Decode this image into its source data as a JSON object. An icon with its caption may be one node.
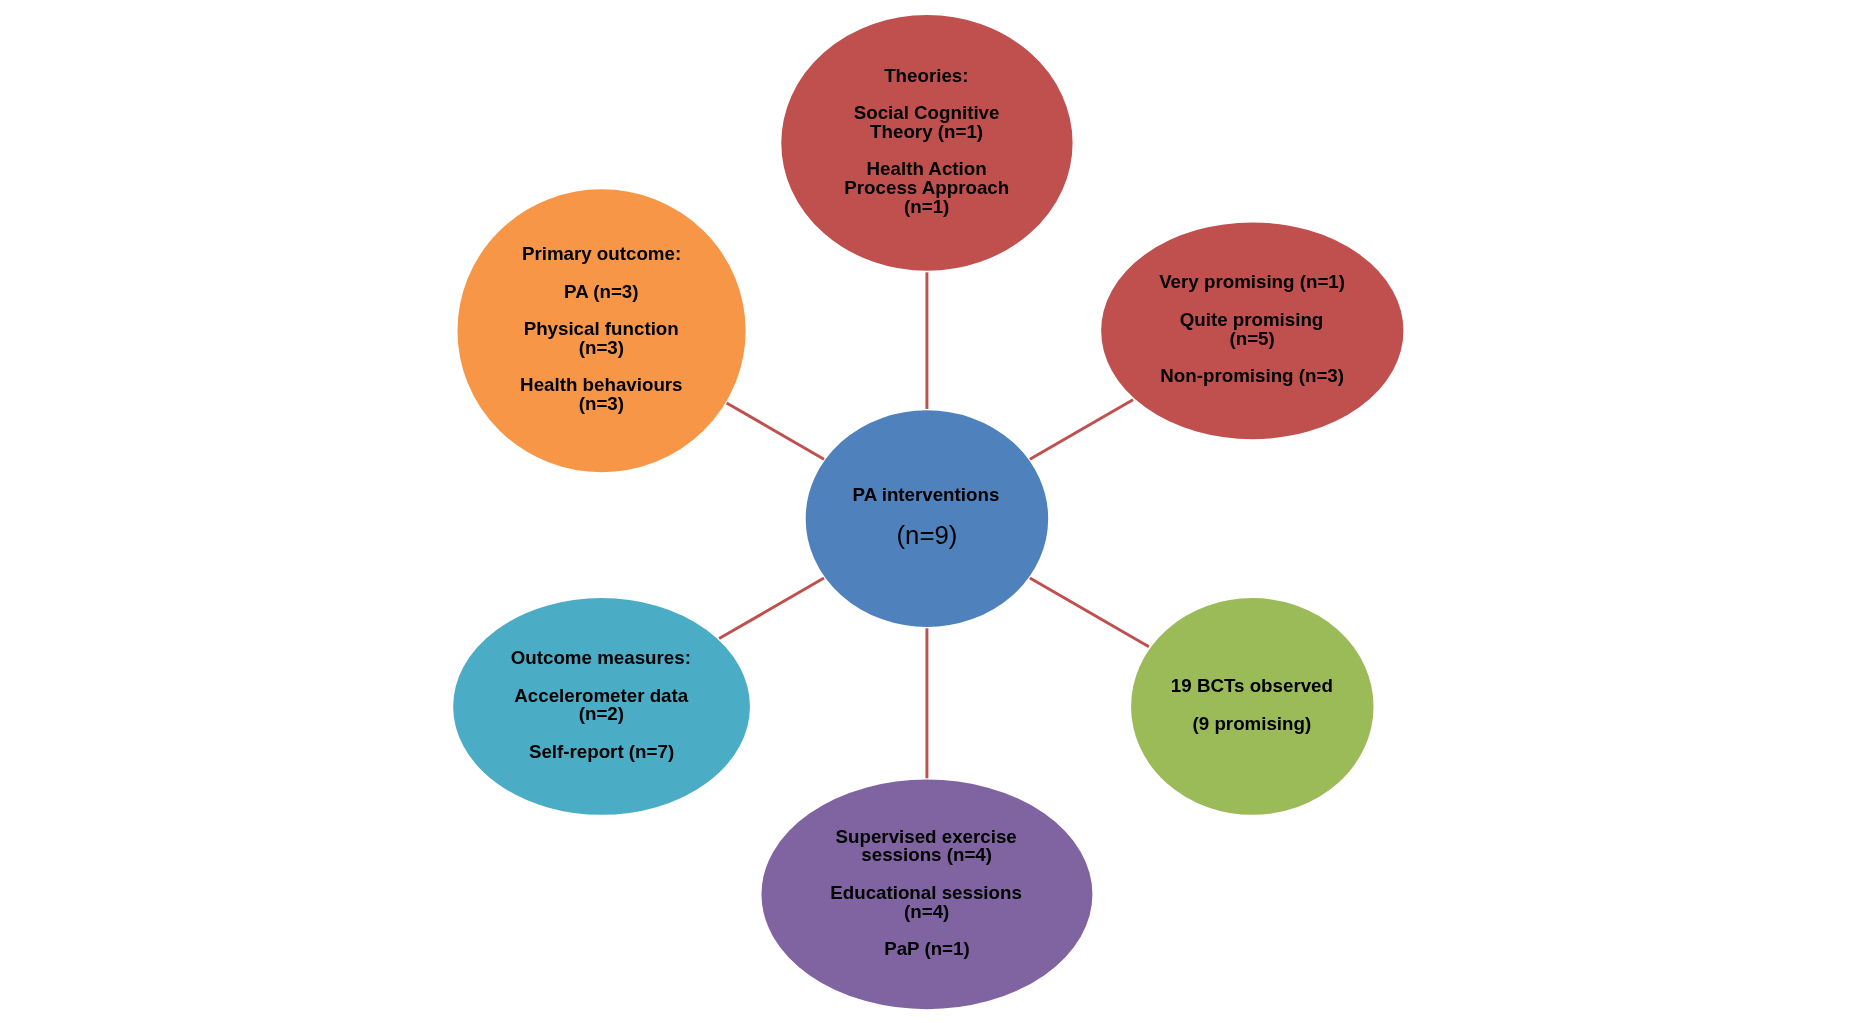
{
  "diagram": {
    "nodes": [
      {
        "text": [
          "PA interventions",
          "(n=9)"
        ]
      },
      {
        "text": [
          "Very promising (n=1)",
          "Quite promising (n=5)",
          "Non-promising (n=3)"
        ]
      },
      {
        "text": [
          "Theories:",
          "Social Cognitive Theory (n=1)",
          "Health Action Process Approach (n=1)"
        ]
      },
      {
        "text": [
          "Primary outcome:",
          "PA (n=3)",
          "Physical function (n=3)",
          "Health behaviours (n=3)"
        ]
      },
      {
        "text": [
          "Outcome measures:",
          "Accelerometer data (n=2)",
          "Self-report (n=7)"
        ]
      },
      {
        "text": [
          "Supervised exercise sessions (n=4)",
          "Educational sessions (n=4)",
          "PaP (n=1)"
        ]
      },
      {
        "text": [
          "19 BCTs observed",
          "(9 promising)"
        ]
      }
    ],
    "edges": [
      {
        "from": 0,
        "to": 1,
        "arrow": "none"
      },
      {
        "from": 0,
        "to": 2,
        "arrow": "none"
      },
      {
        "from": 0,
        "to": 3,
        "arrow": "none"
      },
      {
        "from": 0,
        "to": 4,
        "arrow": "none"
      },
      {
        "from": 0,
        "to": 5,
        "arrow": "none"
      },
      {
        "from": 0,
        "to": 6,
        "arrow": "none"
      }
    ]
  }
}
